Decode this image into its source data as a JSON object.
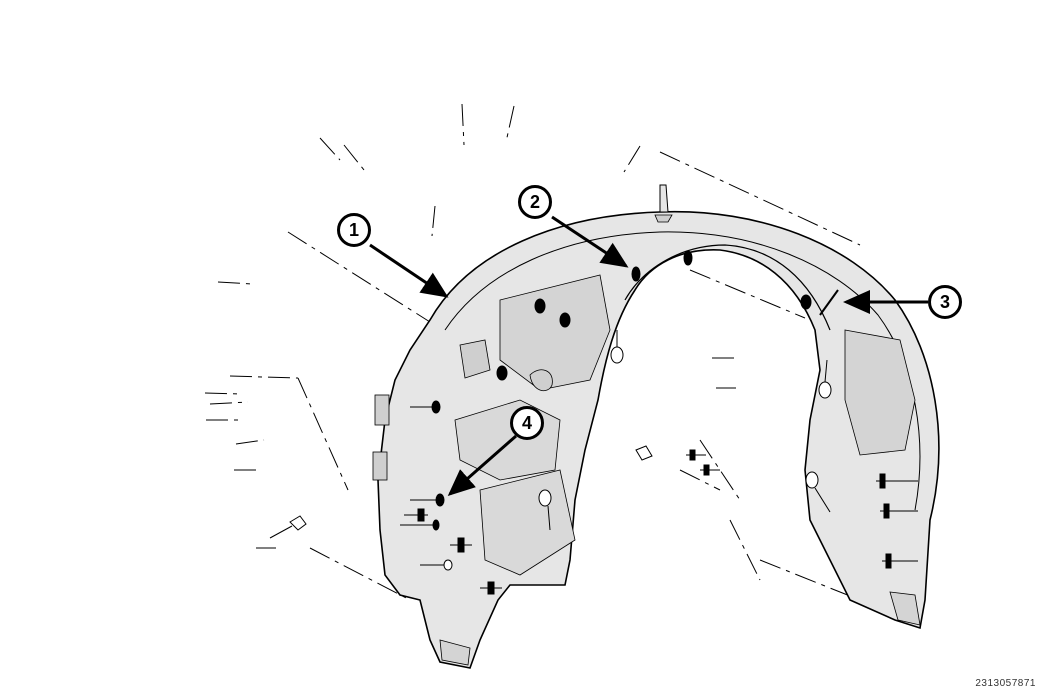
{
  "callouts": {
    "c1": "1",
    "c2": "2",
    "c3": "3",
    "c4": "4"
  },
  "figure_id": "2313057871",
  "colors": {
    "part_fill": "#e6e6e6",
    "part_shade": "#cfcfcf",
    "line": "#000000"
  }
}
